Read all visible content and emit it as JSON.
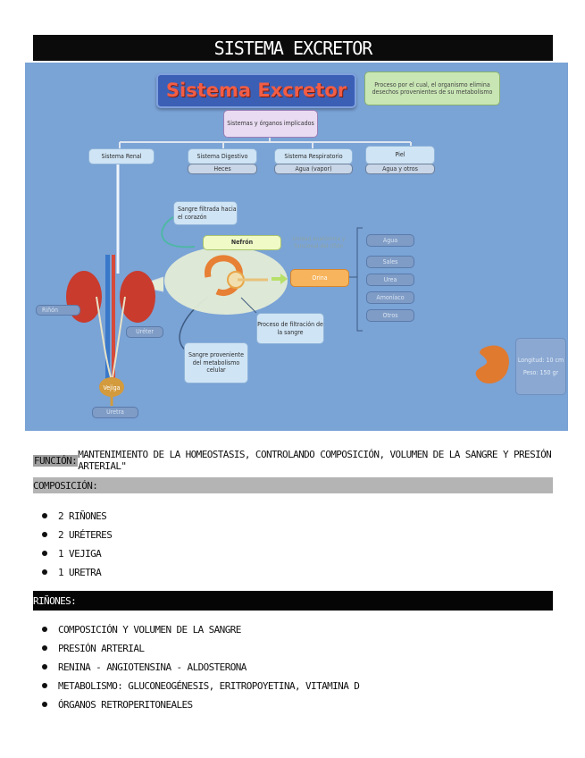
{
  "page_title": "SISTEMA EXCRETOR",
  "diagram": {
    "main_title": "Sistema Excretor",
    "definition": "Proceso por el cual, el organismo elimina desechos provenientes de su metabolismo",
    "systems_header": "Sistemas y órganos implicados",
    "systems": [
      {
        "name": "Sistema Renal",
        "sub": ""
      },
      {
        "name": "Sistema Digestivo",
        "sub": "Heces"
      },
      {
        "name": "Sistema Respiratorio",
        "sub": "Agua (vapor)"
      },
      {
        "name": "Piel",
        "sub": "Agua y otros"
      }
    ],
    "filtered_blood": "Sangre filtrada hacia el corazón",
    "nephron": "Nefrón",
    "nephron_desc": "Unidad anatómica y funcional del riñón",
    "urine": "Orina",
    "urine_components": [
      "Agua",
      "Sales",
      "Urea",
      "Amoníaco",
      "Otros"
    ],
    "filtration": "Proceso de filtración de la sangre",
    "metabolic_blood": "Sangre proveniente del metabolismo celular",
    "kidney_label": "Riñón",
    "ureter_label": "Uréter",
    "bladder_label": "Vejiga",
    "urethra_label": "Uretra",
    "length": "Longitud: 10 cm",
    "weight": "Peso: 150 gr"
  },
  "funcion": {
    "label": "FUNCIÓN:",
    "text": " MANTENIMIENTO DE LA HOMEOSTASIS, CONTROLANDO COMPOSICIÓN, VOLUMEN DE LA SANGRE Y PRESIÓN ARTERIAL\""
  },
  "composicion": {
    "header": "COMPOSICIÓN:",
    "items": [
      "2 RIÑONES",
      "2 URÉTERES",
      "1 VEJIGA",
      "1 URETRA"
    ]
  },
  "rinones": {
    "header": "RIÑONES:",
    "items": [
      "COMPOSICIÓN Y VOLUMEN DE LA SANGRE",
      "PRESIÓN ARTERIAL",
      "RENINA - ANGIOTENSINA - ALDOSTERONA",
      "METABOLISMO: GLUCONEOGÉNESIS, ERITROPOYETINA, VITAMINA D",
      "ÓRGANOS RETROPERITONEALES"
    ]
  }
}
